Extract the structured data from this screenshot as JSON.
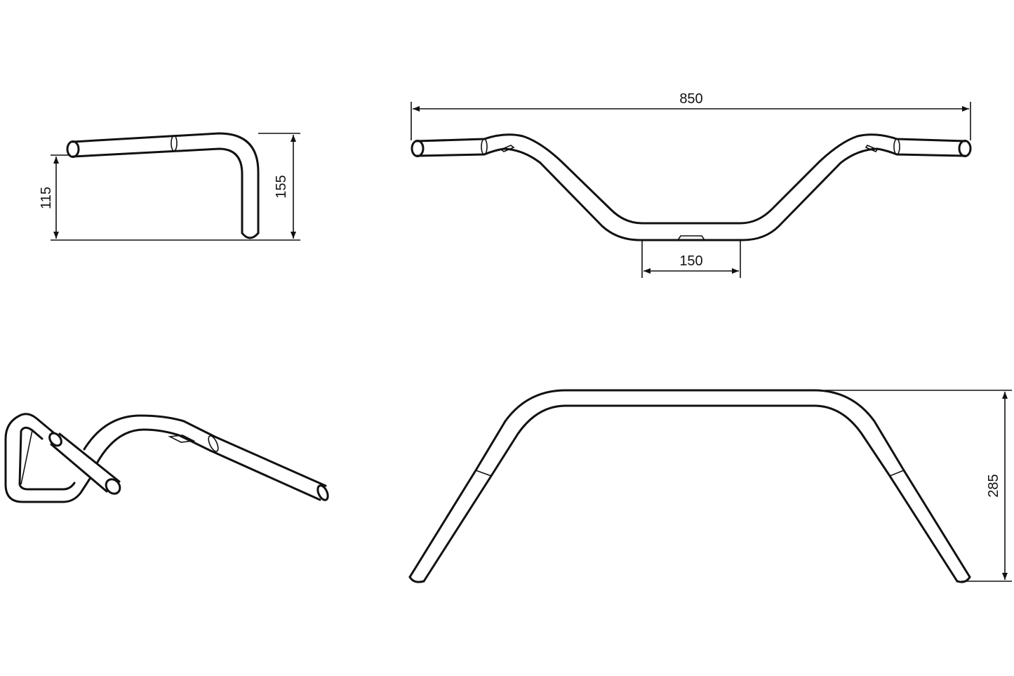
{
  "drawing": {
    "dimensions": {
      "overall_width": "850",
      "center_width": "150",
      "side_height_short": "115",
      "side_height_tall": "155",
      "rise": "285"
    },
    "views": [
      "side-view",
      "front-view",
      "perspective-view",
      "rear-view"
    ],
    "colors": {
      "line": "#111111",
      "background": "#ffffff"
    }
  }
}
